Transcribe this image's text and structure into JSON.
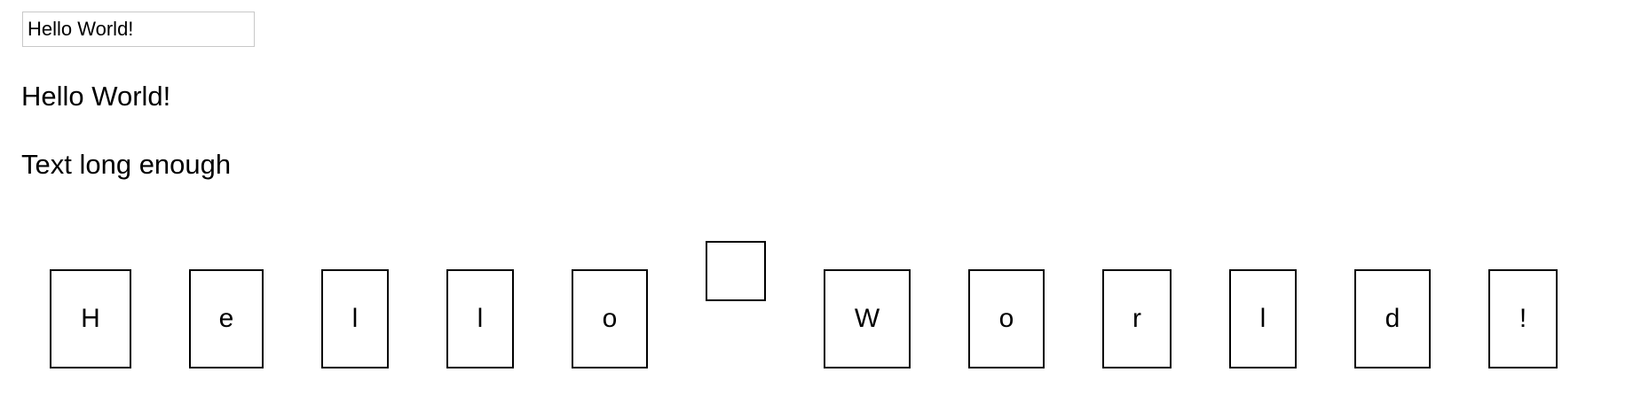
{
  "input": {
    "value": "Hello World!"
  },
  "echo": {
    "text": "Hello World!"
  },
  "status": {
    "text": "Text long enough"
  },
  "letters": [
    "H",
    "e",
    "l",
    "l",
    "o",
    " ",
    "W",
    "o",
    "r",
    "l",
    "d",
    "!"
  ]
}
